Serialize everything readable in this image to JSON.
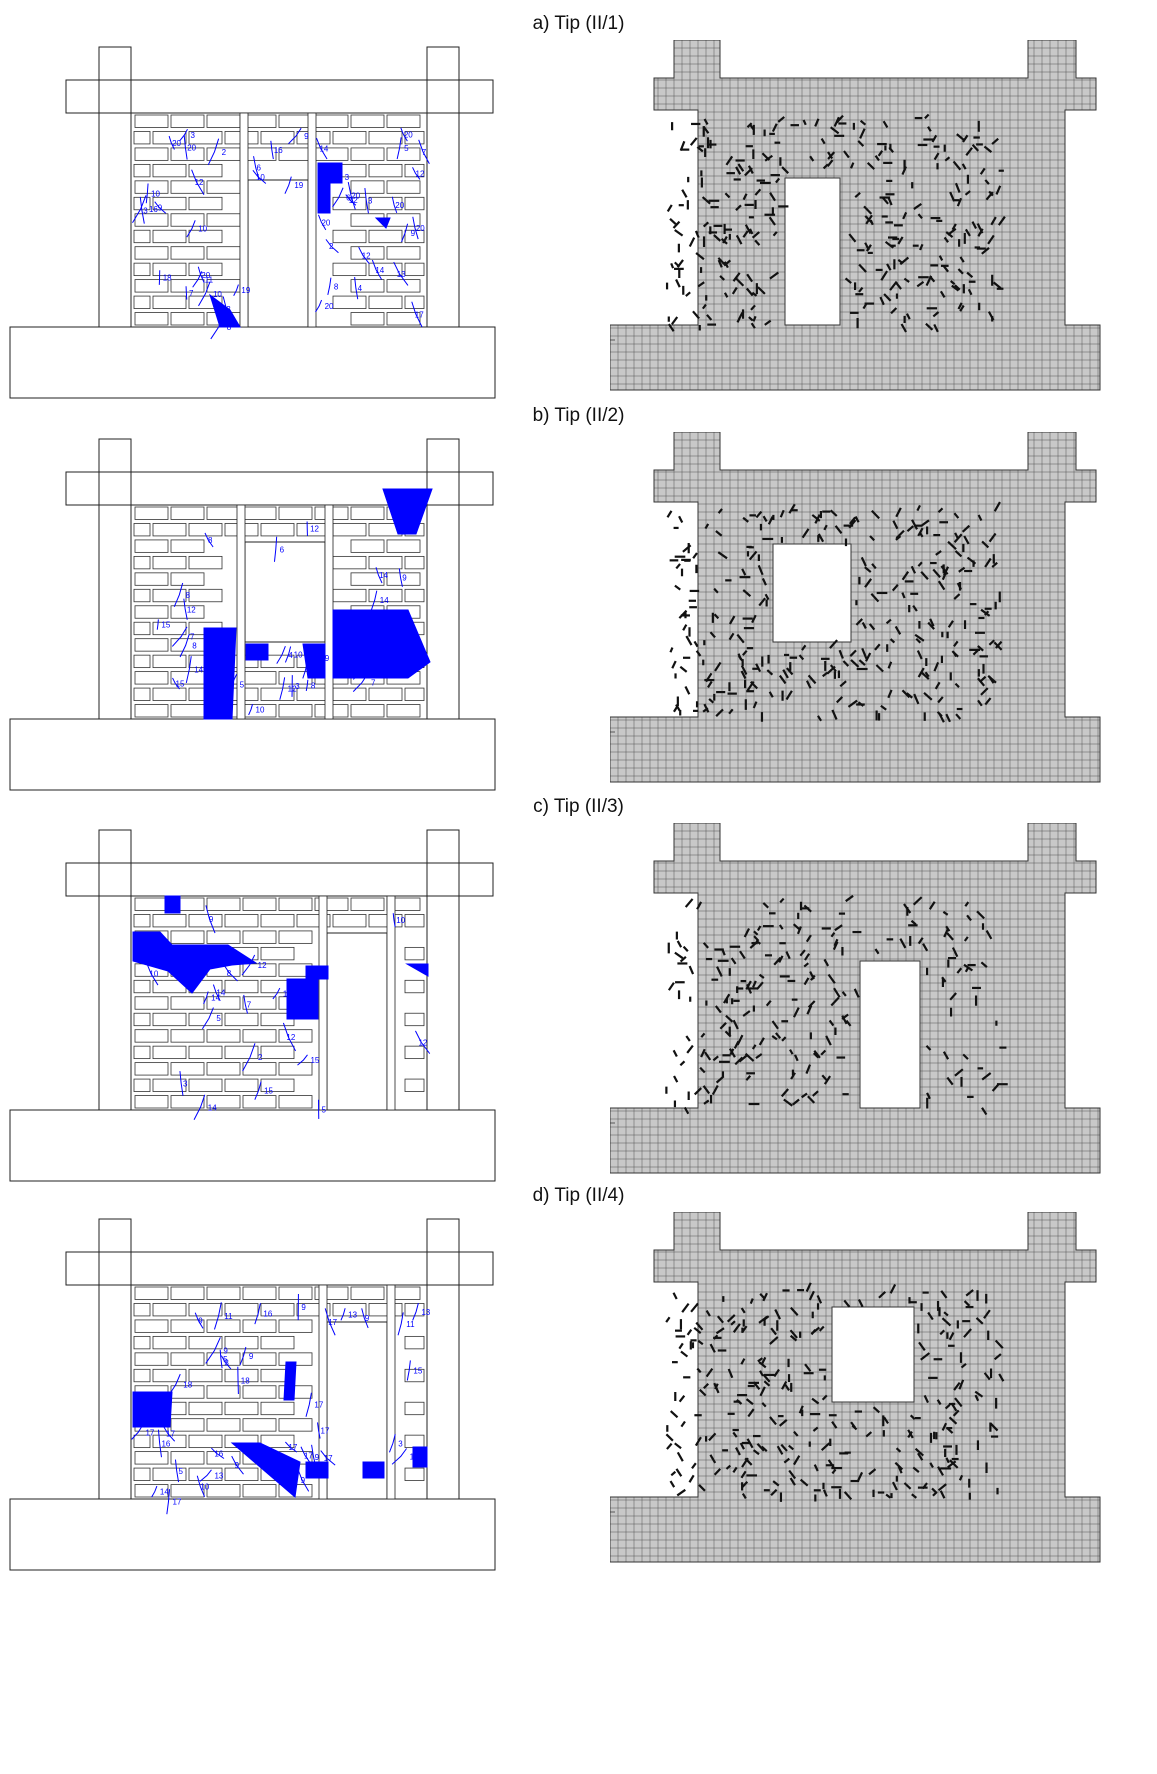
{
  "figure": {
    "accent_color": "#0000ff",
    "mesh_fill": "#c8c8c8",
    "mesh_line": "#555555",
    "crack_mark": "#111111"
  },
  "panels": [
    {
      "caption": "a) Tip (II/1)",
      "opening": {
        "kind": "door",
        "position": "center"
      },
      "crack_labels": [
        "20",
        "11",
        "3",
        "9",
        "10",
        "10",
        "12",
        "9",
        "12",
        "4",
        "3",
        "20",
        "10",
        "6",
        "20",
        "19",
        "9",
        "20",
        "16",
        "7",
        "14",
        "5",
        "19",
        "3",
        "17",
        "8",
        "3",
        "6",
        "2",
        "20",
        "8",
        "20",
        "7",
        "14",
        "20",
        "18",
        "20",
        "10",
        "2",
        "3",
        "12",
        "13",
        "16",
        "12",
        "20"
      ]
    },
    {
      "caption": "b) Tip (II/2)",
      "opening": {
        "kind": "window",
        "position": "center"
      },
      "crack_labels": [
        "15",
        "8",
        "4",
        "8",
        "14",
        "15",
        "9",
        "10",
        "7",
        "14",
        "8",
        "5",
        "12",
        "8",
        "3",
        "12",
        "9",
        "8",
        "6",
        "7",
        "12",
        "12",
        "1",
        "10",
        "14",
        "10",
        "9"
      ]
    },
    {
      "caption": "c) Tip (II/3)",
      "opening": {
        "kind": "door",
        "position": "right"
      },
      "crack_labels": [
        "15",
        "14",
        "9",
        "2",
        "14",
        "10",
        "12",
        "10",
        "3",
        "15",
        "12",
        "8",
        "12",
        "12",
        "5",
        "7",
        "14",
        "5"
      ]
    },
    {
      "caption": "d) Tip (II/4)",
      "opening": {
        "kind": "door",
        "position": "right"
      },
      "crack_labels": [
        "16",
        "16",
        "15",
        "17",
        "17",
        "13",
        "14",
        "16",
        "9",
        "11",
        "5",
        "17",
        "9",
        "18",
        "18",
        "9",
        "13",
        "9",
        "16",
        "3",
        "3",
        "9",
        "17",
        "11",
        "17",
        "5",
        "13",
        "9",
        "17",
        "10",
        "17",
        "9",
        "9",
        "17",
        "17"
      ]
    }
  ]
}
